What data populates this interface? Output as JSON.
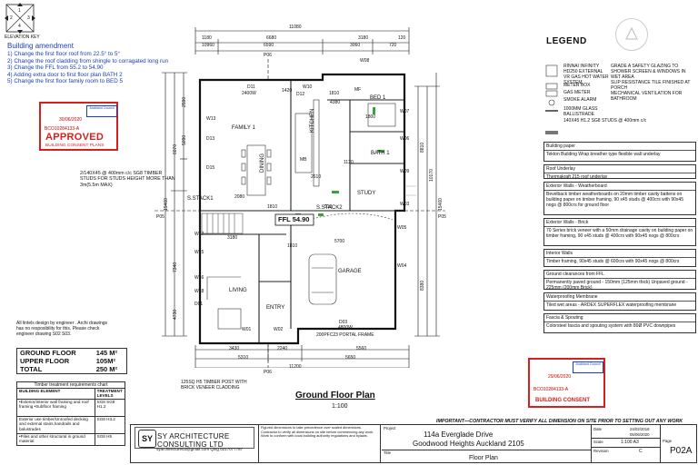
{
  "elevation_key": {
    "label": "ELEVATION KEY",
    "numbers": [
      "1",
      "2",
      "3",
      "4"
    ]
  },
  "amendment": {
    "title": "Building amendment",
    "items": [
      "1) Change the first floor roof from 22.5° to 5°",
      "2) Change the roof cladding from shingle to corragated long run",
      "3) Change the FFL from 55.2 to 54.90",
      "4) Adding extra door to first floor plan BATH 2",
      "5) Change the first floor family room to BED 5"
    ]
  },
  "approval_stamp": {
    "council": "Auckland Council",
    "date": "30/06/2020",
    "ref": "BCO10284133-A",
    "status": "APPROVED",
    "sub": "BUILDING CONSENT PLANS"
  },
  "consent_stamp": {
    "council": "Auckland Council",
    "date": "29/06/2020",
    "ref": "BCO10284133-A",
    "status": "BUILDING CONSENT"
  },
  "legend": {
    "title": "LEGEND",
    "symbols_left": [
      "RINNAI INFINITY HD250 EXTERNAL VR GAS HOT WATER SYSTEM",
      "METER BOX",
      "GAS METER",
      "SMOKE ALARM",
      "1000MM GLASS BALLISTRADE",
      "140X45 H1.2 SG8 STUDS @ 400mm c/c"
    ],
    "symbols_right": [
      "GRADE A SAFETY GLAZING TO SHOWER SCREEN & WINDOWS IN WET AREA",
      "SLIP RESISTANCE TILE FINISHED AT PORCH",
      "MECHANICAL VENTILATION FOR BATHROOM"
    ],
    "boxes": [
      {
        "title": "Building paper",
        "body": "Tekton Building Wrap breather type flexible wall underlay"
      },
      {
        "title": "Roof Underlay",
        "body": "Thermakraft 215 roof underlay"
      },
      {
        "title": "Exterior Walls - Weatherboard",
        "body": "Bevelback timber weatherboards on 20mm timber cavity battens on building paper on timber framing, 90 x45 studs @ 400crs with 90x45 nogs @ 800crs for ground floor"
      },
      {
        "title": "Exterior Walls - Brick",
        "body": "70 Series brick veneer with a 50mm drainage cavity on building paper on timber framing, 90 x45 studs @ 400crs with 90x45 nogs @ 800crs"
      },
      {
        "title": "Interior Walls",
        "body": "Timber framing, 90x45 studs @ 600crs with 90x45 nogs @ 800crs"
      },
      {
        "title": "Ground clearances from FFL",
        "body": "Permanently paved ground - 150mm (125mm thick) Unpaved ground - 225mm (200mm Brick)"
      },
      {
        "title": "Waterproofing Membrane",
        "body": "Tiled wet areas - ARDEX SUPERFLEX waterproofing membrane"
      },
      {
        "title": "Fascia & Spouting",
        "body": "Colorsteel fascia and spouting system with 80Ø PVC downpipes"
      }
    ]
  },
  "notes": {
    "lintels": "All lintels design by engineer . Archi drawings has no resposibility for this. Please check engineer drawing S02 S03.",
    "stud_callout": "2/140X45 @ 400mm c/c SG8 TIMBER STUDS FOR STUDS HEIGHT MORE THAN 3m(5.5m MAX)",
    "post_callout": "125SQ H5 TIMBER POST WITH BRICK VENEER CLADDING",
    "portal": "200PFC23 PORTAL FRAME"
  },
  "areas": [
    {
      "label": "GROUND FLOOR",
      "value": "145 M²"
    },
    {
      "label": "UPPER FLOOR",
      "value": "105M²"
    },
    {
      "label": "TOTAL",
      "value": "250 M²"
    }
  ],
  "treatment": {
    "title": "Timber treatment requirements  chart",
    "headers": [
      "BUILDING ELEMENT",
      "TREATMENT LEVELS"
    ],
    "rows": [
      {
        "element": "•Exterior/interior wall framing and roof framing •Subfloor framing",
        "level": "SG8 SG8 H1.2"
      },
      {
        "element": "Exterior use timber/Unroofed decking and external stairs,handrails and balustrades",
        "level": "SG8 H3.2"
      },
      {
        "element": "•Piles and other structural in ground material",
        "level": "SG8 H5"
      }
    ]
  },
  "plan": {
    "title": "Ground Floor Plan",
    "scale": "1:100",
    "rooms": [
      "FAMILY 1",
      "KITCHEN",
      "DINING",
      "BED 1",
      "BATH 1",
      "STUDY",
      "GARAGE",
      "LIVING",
      "ENTRY",
      "S.STACK1",
      "S.STACK2",
      "MB",
      "MF"
    ],
    "ffl": "FFL 54.90",
    "dims_top": [
      "11080",
      "1180",
      "6680",
      "3180",
      "120",
      "10960",
      "6590",
      "3060",
      "720"
    ],
    "dims_bottom": [
      "3430",
      "2240",
      "5560",
      "5310",
      "5650",
      "11200"
    ],
    "dims_left": [
      "15460",
      "7340",
      "4730",
      "6070",
      "5090",
      "2590"
    ],
    "dims_right": [
      "15460",
      "8810",
      "8380",
      "10170"
    ],
    "dims_inner": [
      "2400W",
      "1420",
      "W10",
      "1810",
      "4380",
      "1800",
      "1120",
      "2610",
      "2080",
      "1810",
      "910",
      "5700",
      "3180",
      "4800W",
      "1810"
    ],
    "windows": [
      "D11",
      "W08",
      "W07",
      "D12",
      "W01",
      "W02",
      "D03",
      "D01",
      "W09",
      "W04",
      "W05",
      "W06",
      "W03",
      "W13",
      "D15",
      "W15",
      "W16",
      "D13",
      "W17",
      "W18"
    ],
    "sections": [
      "P05",
      "P05",
      "P06",
      "P06"
    ]
  },
  "warning": "IMPORTANT—CONTRACTOR MUST VERIFY ALL DIMENSION ON SITE PRIOR TO SETTING OUT ANY WORK",
  "title_block": {
    "firm": "SY ARCHITECTURE CONSULTING LTD",
    "contact": "syarchitecture03@gmail.com    Qing 0217077787",
    "copyright": "Figured dimensions to take precedence over scaled dimensions. Contractor to verify all dimensions on site before commencing any work. Work to conform with local building authority regulations and bylaws.",
    "project_label": "Project",
    "project_line1": "114a Everglade Drive",
    "project_line2": "Goodwood Heights Auckland 2105",
    "title_label": "Title",
    "drawing_title": "Floor Plan",
    "date": "24/02/2018",
    "date2": "05/06/2020",
    "scale": "1:100 A3",
    "revision": "C",
    "sheet": "P02A",
    "date_label": "Date",
    "scale_label": "Scale",
    "rev_label": "Revision",
    "sheet_label": "Page"
  }
}
